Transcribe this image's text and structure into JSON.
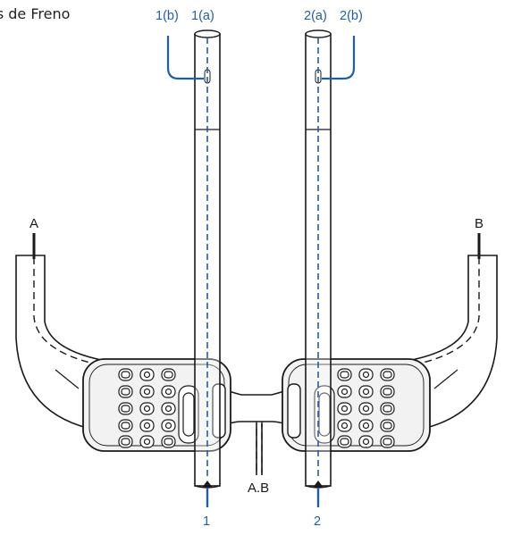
{
  "header_text": "es de Freno",
  "labels": {
    "left_extension_top": [
      "1(b)",
      "1(a)"
    ],
    "right_extension_top": [
      "2(a)",
      "2(b)"
    ],
    "left_extension_bottom": "1",
    "right_extension_bottom": "2",
    "left_basebar_end": "A",
    "right_basebar_end": "B",
    "center_cables": "A.B"
  },
  "colors": {
    "line": "#1a1a1a",
    "cable_blue": "#1f5fa8",
    "label_blue": "#1f5fa8",
    "pad_fill": "#f2f2f2"
  }
}
